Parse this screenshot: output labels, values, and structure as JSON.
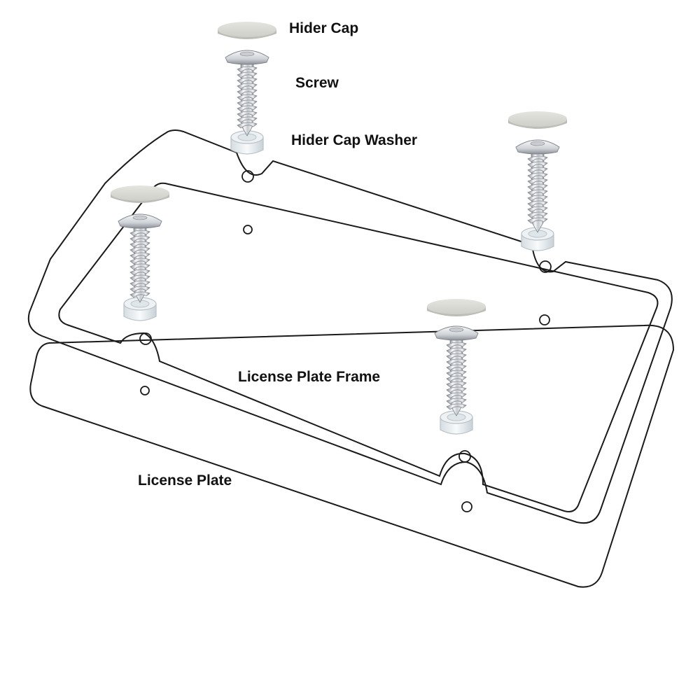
{
  "labels": {
    "hider_cap": "Hider Cap",
    "screw": "Screw",
    "hider_cap_washer": "Hider Cap Washer",
    "license_plate_frame": "License Plate Frame",
    "license_plate": "License Plate"
  },
  "colors": {
    "outline": "#1a1a1a",
    "cap": "#d8d8d4",
    "cap_edge": "#bdbdb8",
    "metal_light": "#f4f5f6",
    "metal_mid": "#c9ccd0",
    "metal_dark": "#7e838a",
    "washer": "#eef2f4",
    "washer_edge": "#b9c2c8"
  },
  "icons": {
    "cap": "hider-cap-icon",
    "screw": "screw-icon",
    "washer": "washer-icon"
  }
}
